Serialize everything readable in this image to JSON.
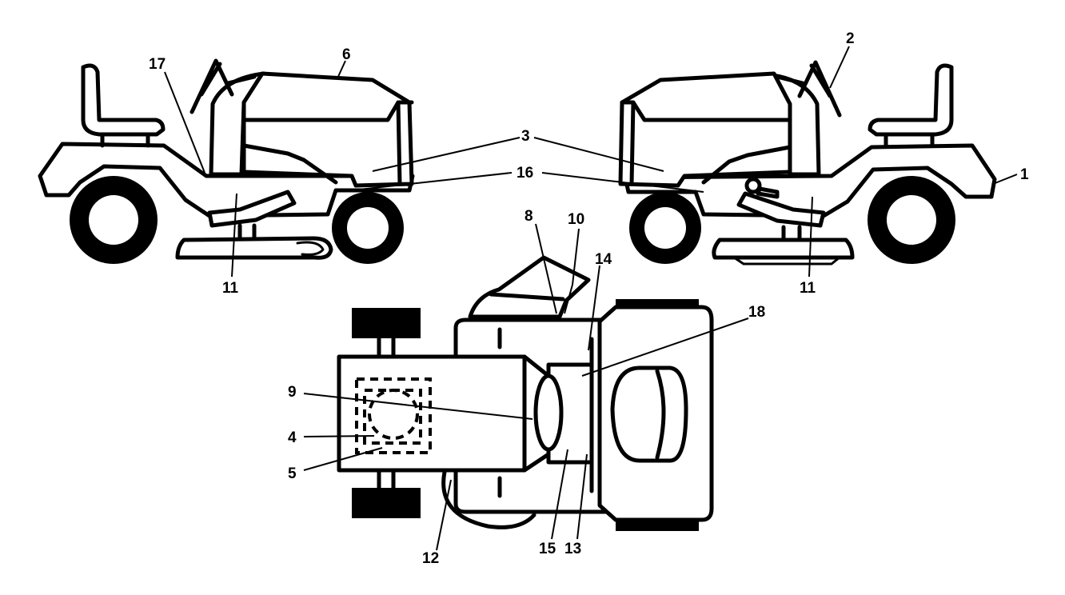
{
  "diagram": {
    "callouts": [
      {
        "id": "c1",
        "label": "1"
      },
      {
        "id": "c2",
        "label": "2"
      },
      {
        "id": "c3",
        "label": "3"
      },
      {
        "id": "c4",
        "label": "4"
      },
      {
        "id": "c5",
        "label": "5"
      },
      {
        "id": "c6",
        "label": "6"
      },
      {
        "id": "c8",
        "label": "8"
      },
      {
        "id": "c9",
        "label": "9"
      },
      {
        "id": "c10",
        "label": "10"
      },
      {
        "id": "c11a",
        "label": "11"
      },
      {
        "id": "c11b",
        "label": "11"
      },
      {
        "id": "c12",
        "label": "12"
      },
      {
        "id": "c13",
        "label": "13"
      },
      {
        "id": "c14",
        "label": "14"
      },
      {
        "id": "c15",
        "label": "15"
      },
      {
        "id": "c16",
        "label": "16"
      },
      {
        "id": "c17",
        "label": "17"
      },
      {
        "id": "c18",
        "label": "18"
      }
    ]
  }
}
